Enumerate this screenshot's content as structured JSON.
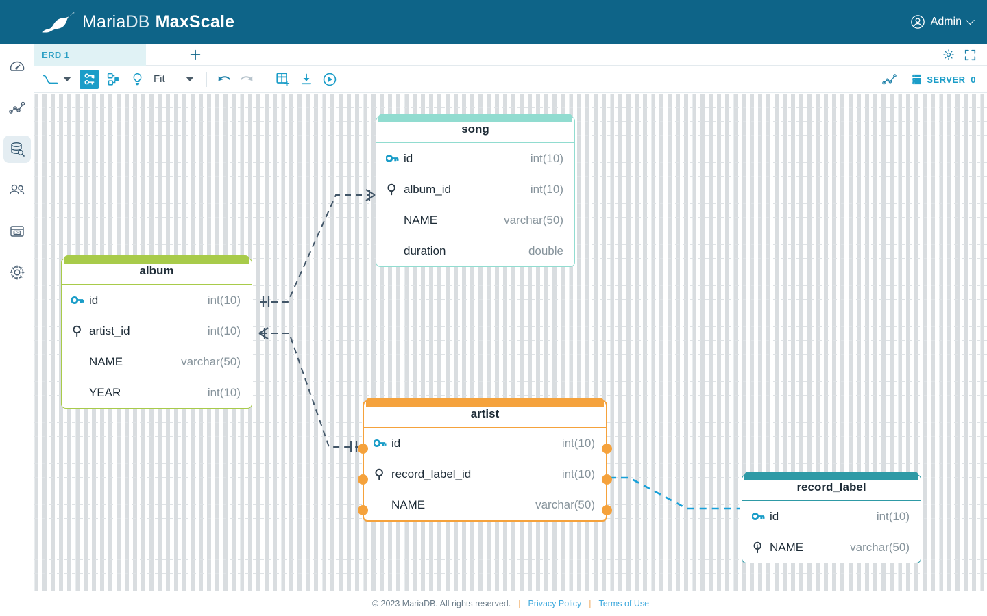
{
  "app": {
    "brand_maria": "Maria",
    "brand_db": "DB",
    "brand_product": "MaxScale",
    "logo_icon": "mariadb-seal-logo"
  },
  "header": {
    "user_label": "Admin",
    "user_icon": "user-circle-icon",
    "user_caret_icon": "chevron-down-icon"
  },
  "rail": {
    "items": [
      {
        "name": "dashboard",
        "icon": "speedometer-icon",
        "active": false
      },
      {
        "name": "visualization",
        "icon": "line-chart-icon",
        "active": false
      },
      {
        "name": "query-editor",
        "icon": "database-search-icon",
        "active": true
      },
      {
        "name": "users",
        "icon": "users-icon",
        "active": false
      },
      {
        "name": "logs",
        "icon": "log-archive-icon",
        "active": false
      },
      {
        "name": "settings",
        "icon": "gear-icon",
        "active": false
      }
    ]
  },
  "tabs": {
    "active_tab": "ERD 1",
    "add_tab_icon": "plus-icon",
    "settings_icon": "gear-icon",
    "fullscreen_icon": "expand-icon"
  },
  "toolbar": {
    "link_shape_icon": "curved-link-icon",
    "link_shape_caret_icon": "caret-down-icon",
    "keys_icon": "key-link-icon",
    "keys_active": true,
    "relationship_icon": "cardinality-icon",
    "hint_icon": "lightbulb-icon",
    "zoom_label": "Fit",
    "zoom_caret_icon": "caret-down-icon",
    "undo_icon": "undo-arrow-icon",
    "redo_icon": "redo-arrow-icon",
    "add_table_icon": "add-table-icon",
    "export_icon": "download-icon",
    "run_icon": "play-circle-icon",
    "chart_icon": "line-chart-icon",
    "server_icon": "server-stack-icon",
    "server_label": "SERVER_0"
  },
  "erd": {
    "tables": [
      {
        "id": "song",
        "name": "song",
        "accent": "#91dcd0",
        "selected": false,
        "columns": [
          {
            "name": "id",
            "type": "int(10)",
            "icon": "primary-key-icon"
          },
          {
            "name": "album_id",
            "type": "int(10)",
            "icon": "index-key-icon"
          },
          {
            "name": "NAME",
            "type": "varchar(50)",
            "icon": "none"
          },
          {
            "name": "duration",
            "type": "double",
            "icon": "none"
          }
        ]
      },
      {
        "id": "album",
        "name": "album",
        "accent": "#a8cb4a",
        "selected": false,
        "columns": [
          {
            "name": "id",
            "type": "int(10)",
            "icon": "primary-key-icon"
          },
          {
            "name": "artist_id",
            "type": "int(10)",
            "icon": "index-key-icon"
          },
          {
            "name": "NAME",
            "type": "varchar(50)",
            "icon": "none"
          },
          {
            "name": "YEAR",
            "type": "int(10)",
            "icon": "none"
          }
        ]
      },
      {
        "id": "artist",
        "name": "artist",
        "accent": "#f5a23c",
        "selected": true,
        "columns": [
          {
            "name": "id",
            "type": "int(10)",
            "icon": "primary-key-icon"
          },
          {
            "name": "record_label_id",
            "type": "int(10)",
            "icon": "index-key-icon"
          },
          {
            "name": "NAME",
            "type": "varchar(50)",
            "icon": "none"
          }
        ]
      },
      {
        "id": "record_label",
        "name": "record_label",
        "accent": "#2e9aa6",
        "selected": false,
        "columns": [
          {
            "name": "id",
            "type": "int(10)",
            "icon": "primary-key-icon"
          },
          {
            "name": "NAME",
            "type": "varchar(50)",
            "icon": "unique-index-icon"
          }
        ]
      }
    ],
    "relationships": [
      {
        "from": "album.id",
        "to": "song.album_id",
        "state": "normal"
      },
      {
        "from": "artist.id",
        "to": "album.artist_id",
        "state": "normal"
      },
      {
        "from": "record_label.id",
        "to": "artist.record_label_id",
        "state": "highlighted"
      }
    ]
  },
  "footer": {
    "copyright": "© 2023 MariaDB. All rights reserved.",
    "sep1": "|",
    "privacy": "Privacy Policy",
    "sep2": "|",
    "terms": "Terms of Use"
  }
}
